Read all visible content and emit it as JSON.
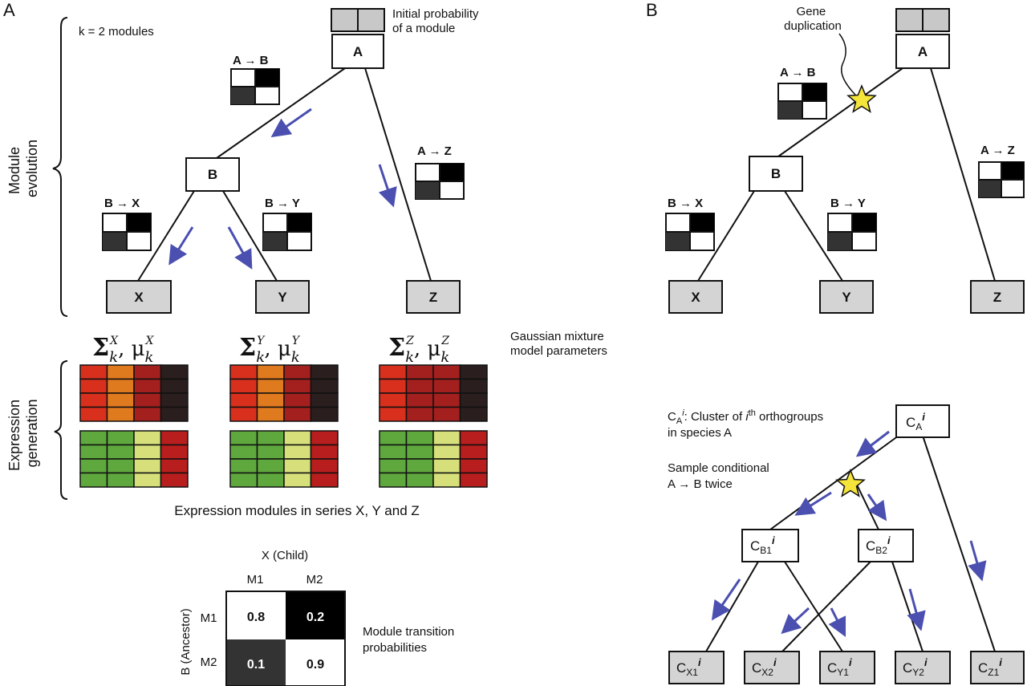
{
  "panel_a": {
    "label": "A",
    "k_text": "k = 2 modules",
    "initial_probability": [
      "Initial probability",
      "of a module"
    ],
    "module_evolution": [
      "Module",
      "evolution"
    ],
    "expression_generation": [
      "Expression",
      "generation"
    ],
    "nodes": {
      "A": "A",
      "B": "B",
      "X": "X",
      "Y": "Y",
      "Z": "Z"
    },
    "transitions": {
      "ab": "A → B",
      "az": "A → Z",
      "bx": "B → X",
      "by": "B → Y"
    },
    "gmm_x": "Σk , μk (X)",
    "gmm_y": "Σk , μk (Y)",
    "gmm_z": "Σk , μk (Z)",
    "gmm_label": [
      "Gaussian mixture",
      "model parameters"
    ],
    "expression_caption": "Expression modules in series X, Y and Z",
    "matrix": {
      "col_axis": "X (Child)",
      "row_axis": "B (Ancestor)",
      "cols": [
        "M1",
        "M2"
      ],
      "rows": [
        "M1",
        "M2"
      ],
      "values": [
        [
          "0.8",
          "0.2"
        ],
        [
          "0.1",
          "0.9"
        ]
      ],
      "label": [
        "Module transition",
        "probabilities"
      ]
    },
    "colors": {
      "red_module": [
        "#d9301e",
        "#e07a1e",
        "#a3201e",
        "#2a1e1e"
      ],
      "red_module_z": [
        "#d9301e",
        "#a3201e",
        "#a3201e",
        "#2a1e1e"
      ],
      "green_module": [
        "#5fa83e",
        "#5fa83e",
        "#d6df7a",
        "#b81e1e"
      ],
      "arrow": "#4a4fb0",
      "node_grey": "#d4d4d4"
    }
  },
  "panel_b": {
    "label": "B",
    "gene_duplication": [
      "Gene",
      "duplication"
    ],
    "nodes": {
      "A": "A",
      "B": "B",
      "X": "X",
      "Y": "Y",
      "Z": "Z"
    },
    "transitions": {
      "ab": "A → B",
      "az": "A → Z",
      "bx": "B → X",
      "by": "B → Y"
    },
    "cluster_desc": [
      "CA: Cluster of ith orthogroups",
      "in species A"
    ],
    "sample_desc": [
      "Sample conditional",
      "A → B twice"
    ],
    "cluster_nodes": {
      "CA": "CA i",
      "CB1": "CB1 i",
      "CB2": "CB2 i",
      "CX1": "CX1 i",
      "CX2": "CX2 i",
      "CY1": "CY1 i",
      "CY2": "CY2 i",
      "CZ1": "CZ1 i"
    }
  }
}
